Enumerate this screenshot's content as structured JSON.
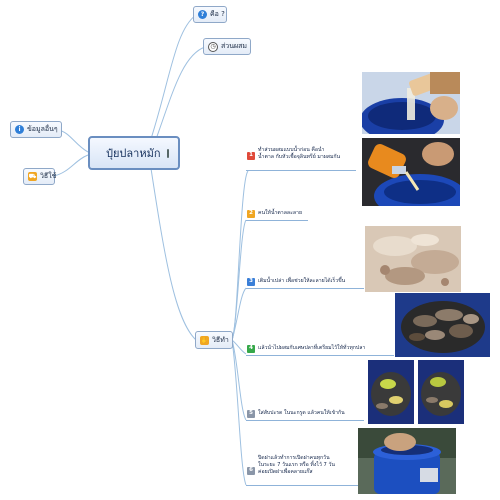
{
  "central": {
    "label": "ปุ๋ยปลาหมัก",
    "icon": "flag-icon"
  },
  "left_topics": [
    {
      "label": "ข้อมูลอื่นๆ",
      "icon": "info-icon"
    },
    {
      "label": "วิธีใช้",
      "icon": "cart-icon"
    }
  ],
  "right_topics": [
    {
      "label": "คือ ?",
      "icon": "question-icon"
    },
    {
      "label": "ส่วนผสม",
      "icon": "clock-icon"
    },
    {
      "label": "วิธีทำ",
      "icon": "hand-icon"
    }
  ],
  "steps": [
    {
      "number": "1",
      "line1": "ทำส่วนผสมแบบน้ำก่อน คือนำ",
      "line2": "น้ำตาล กับหัวเชื้อจุลินทรีย์ มาผสมกัน",
      "color": "#e04a3a"
    },
    {
      "number": "2",
      "line1": "คนให้น้ำตาลละลาย",
      "line2": "",
      "color": "#f0a623"
    },
    {
      "number": "3",
      "line1": "เติมน้ำเปล่า เพื่อช่วยให้ละลายได้เร็วขึ้น",
      "line2": "",
      "color": "#3a7fd8"
    },
    {
      "number": "4",
      "line1": "แล้วนำไปผสมกับเศษปลาที่เตรียมไว้ให้ทั่วทุกปลา",
      "line2": "",
      "color": "#36a84a"
    },
    {
      "number": "5",
      "line1": "ใส่สับปะรด ในนะกรูด แล้วคนให้เข้ากัน",
      "line2": "",
      "color": "#8a96a8"
    },
    {
      "number": "6",
      "line1": "ปิดฝาแล้วทำการเปิดฝาคนทุกวัน",
      "line2": "ในระยะ 7 วันแรก  หรือ ทิ้งไว้ 7 วัน",
      "line3": "ค่อยเปิดฝาเพื่อคลายแก๊ส",
      "color": "#8a96a8"
    }
  ],
  "colors": {
    "link": "#8fb3d9",
    "central_border": "#6a8ec0",
    "node_border": "#8fa8c8"
  }
}
